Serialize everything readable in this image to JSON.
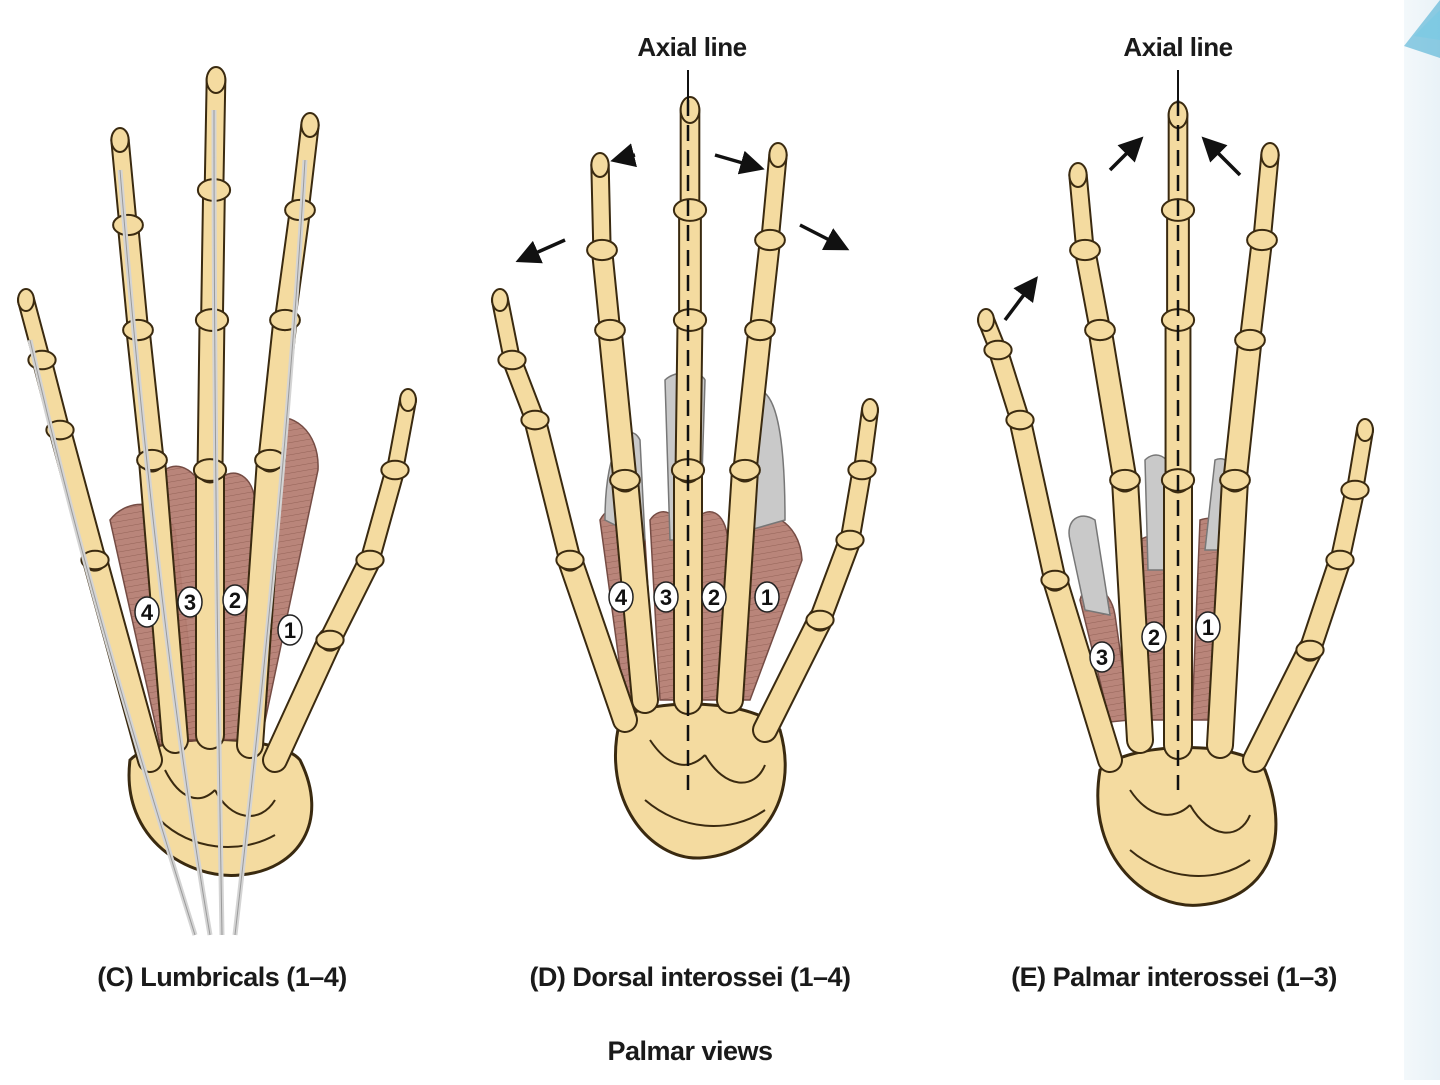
{
  "panels": [
    {
      "id": "C",
      "caption": "(C) Lumbricals (1–4)",
      "axial_label": "",
      "muscle_numbers": [
        "4",
        "3",
        "2",
        "1"
      ]
    },
    {
      "id": "D",
      "caption": "(D) Dorsal interossei (1–4)",
      "axial_label": "Axial line",
      "muscle_numbers": [
        "4",
        "3",
        "2",
        "1"
      ]
    },
    {
      "id": "E",
      "caption": "(E) Palmar interossei (1–3)",
      "axial_label": "Axial line",
      "muscle_numbers": [
        "3",
        "2",
        "1"
      ]
    }
  ],
  "footer": {
    "views_label": "Palmar views"
  },
  "colors": {
    "bone": "#f4dba0",
    "bone_outline": "#3a2a10",
    "muscle": "#b67f73",
    "tendon": "#d4d4d4",
    "accent": "#3aa7cf"
  }
}
